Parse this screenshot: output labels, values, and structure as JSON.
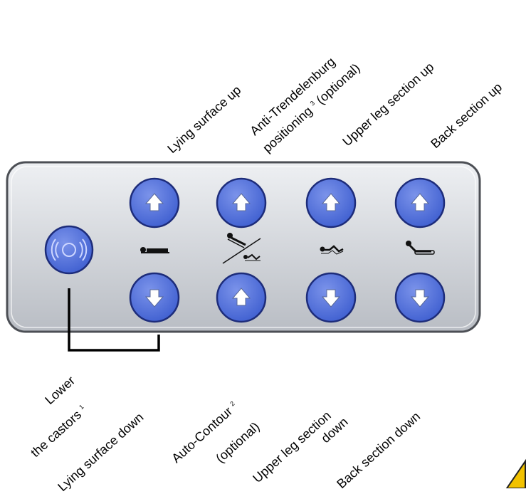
{
  "labels_top": {
    "lying_up": "Lying surface up",
    "anti_trend_1": "Anti-Trendelenburg",
    "anti_trend_2": "positioning",
    "anti_trend_sup": "3",
    "anti_trend_3": "(optional)",
    "upper_leg_up": "Upper leg section up",
    "back_up": "Back section up"
  },
  "labels_bottom": {
    "lower": "Lower",
    "castors": "the castors",
    "castors_sup": "1",
    "lying_down": "Lying surface down",
    "auto_contour": "Auto-Contour",
    "auto_contour_sup": "2",
    "auto_optional": "(optional)",
    "upper_leg_down_1": "Upper leg section",
    "upper_leg_down_2": "down",
    "back_down": "Back section down"
  },
  "colors": {
    "panel": "#cdd1d6",
    "button": "#4f6fdc",
    "button_ring": "#1d2c7a",
    "arrow": "#ffffff",
    "warning": "#f2c200"
  },
  "icons": {
    "castor": "brake-ring-icon",
    "arrow_up": "arrow-up-icon",
    "arrow_down": "arrow-down-icon",
    "warning": "warning-triangle-icon"
  }
}
